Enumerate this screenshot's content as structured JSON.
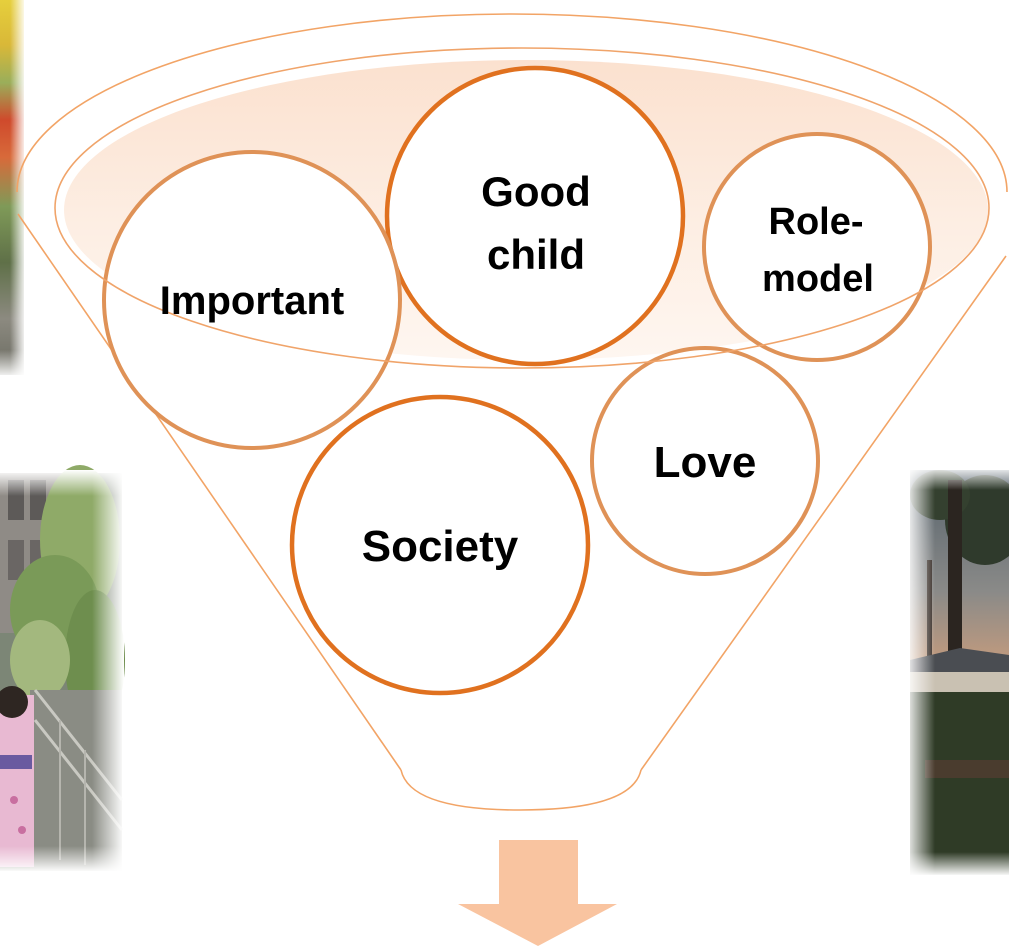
{
  "diagram": {
    "nodes": [
      {
        "id": "important",
        "lines": [
          "Important"
        ]
      },
      {
        "id": "good-child",
        "lines": [
          "Good",
          "child"
        ]
      },
      {
        "id": "role-model",
        "lines": [
          "Role-",
          "model"
        ]
      },
      {
        "id": "love",
        "lines": [
          "Love"
        ]
      },
      {
        "id": "society",
        "lines": [
          "Society"
        ]
      }
    ],
    "colors": {
      "circle_stroke_dark": "#e0711f",
      "circle_stroke_light": "#df9257",
      "funnel_line": "#f2a466",
      "ellipse_line": "#f0a46a",
      "arrow_fill": "#f9c4a0"
    },
    "icons": [
      "down-arrow-icon"
    ]
  }
}
